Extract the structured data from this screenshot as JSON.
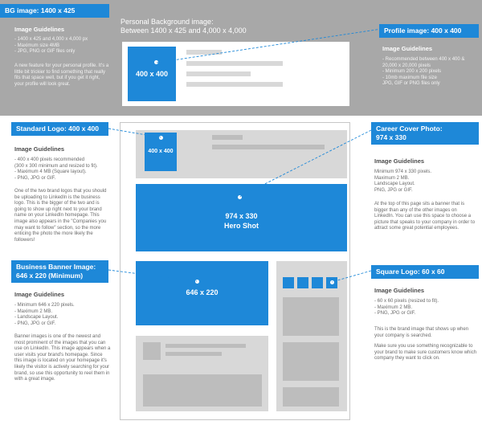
{
  "bg": {
    "label": "BG image: 1400 x 425",
    "guidelines_title": "Image Guidelines",
    "specs": "- 1400 x 425 and 4,000 x 4,000 px\n- Maximum size 4MB\n- JPG, PNG or GIF files only",
    "description": "A new feature for your personal profile. It's a little bit trickier to find something that really fits that space well, but if you get it right, your profile will look great."
  },
  "personal_bg": {
    "title_line1": "Personal Background image:",
    "title_line2": "Between 1400 x 425 and 4,000 x 4,000"
  },
  "profile_image": {
    "label": "Profile image: 400 x 400",
    "box_text": "400 x 400",
    "guidelines_title": "Image Guidelines",
    "specs": "- Recommended between 400 x 400 &\n  20,000 x 20,000 pixels\n- Minimum 200 x 200 pixels\n- 10mb maximum file size\n  JPG, GIF or PNG files only"
  },
  "standard_logo": {
    "label": "Standard Logo: 400 x 400",
    "box_text": "400 x 400",
    "guidelines_title": "Image Guidelines",
    "specs": "- 400 x 400 pixels recommended\n  (300 x 300 minimum and resized to fit).\n- Maximum 4 MB (Square layout).\n- PNG, JPG or GIF.",
    "description": "One of the two brand logos that you should be uploading to LinkedIn is the business logo. This is the bigger of the two and is going to show up right next to your brand name on your LinkedIn homepage. This image also appears in the \"Companies you may want to follow\" section, so the more enticing the photo the more likely the followers!"
  },
  "career_cover": {
    "label_line1": "Career Cover Photo:",
    "label_line2": "974 x 330",
    "guidelines_title": "Image Guidelines",
    "specs": "Minimum 974 x 330 pixels.\nMaximum 2 MB.\nLandscape Layout.\nPNG, JPG or GIF.",
    "description": "At the top of this page sits a banner that is bigger than any of the other images on LinkedIn. You can use this space to choose a picture that speaks to your company in order to attract some great potential employees."
  },
  "hero": {
    "line1": "974 x 330",
    "line2": "Hero Shot"
  },
  "business_banner": {
    "label_line1": "Business Banner Image:",
    "label_line2": "646 x 220 (Minimum)",
    "box_text": "646 x 220",
    "guidelines_title": "Image Guidelines",
    "specs": "- Minimum 646 x 220 pixels.\n- Maximum 2 MB.\n- Landscape Layout.\n- PNG, JPG or GIF.",
    "description": "Banner images is one of the newest and most prominent of the images that you can use on LinkedIn. This image appears when a user visits your brand's homepage. Since this image is located on your homepage it's likely the visitor is actively searching for your brand, so use this opportunity to reel them in with a great image."
  },
  "square_logo": {
    "label": "Square Logo: 60 x 60",
    "guidelines_title": "Image Guidelines",
    "specs": "- 60 x 60 pixels (resized to fit).\n- Maximum 2 MB.\n- PNG, JPG or GIF.",
    "description1": "This is the brand image that shows up when your company is searched.",
    "description2": "Make sure you use something recognizable to your brand to make sure customers know which company they want to click on."
  },
  "colors": {
    "accent_blue": "#1e88d8",
    "band_gray": "#a8a8a8",
    "placeholder_light": "#d8d8d8",
    "placeholder_mid": "#bdbdbd"
  }
}
